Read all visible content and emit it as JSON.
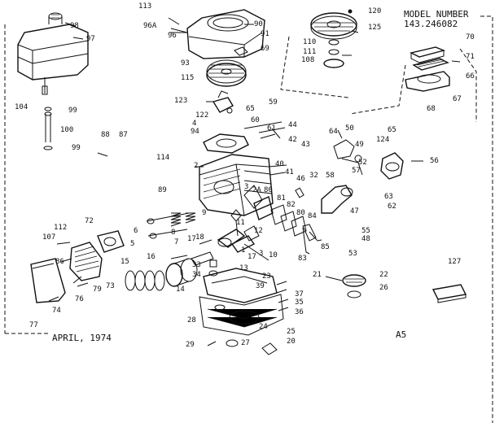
{
  "header": {
    "model_label": "MODEL NUMBER",
    "model_number": "143.246082"
  },
  "footer": {
    "date": "APRIL, 1974",
    "page_code": "A5"
  },
  "callouts": [
    "98",
    "97",
    "104",
    "99",
    "100",
    "99",
    "113",
    "96A",
    "96",
    "91",
    "90",
    "69",
    "120",
    "125",
    "110",
    "111",
    "108",
    "70",
    "71",
    "66",
    "68",
    "67",
    "93",
    "115",
    "123",
    "122",
    "4",
    "94",
    "65",
    "59",
    "60",
    "61",
    "44",
    "42",
    "43",
    "88",
    "87",
    "114",
    "89",
    "64",
    "50",
    "65",
    "49",
    "124",
    "56",
    "2",
    "57",
    "52",
    "58",
    "32",
    "46",
    "40",
    "41",
    "3",
    "2A",
    "80",
    "81",
    "82",
    "80",
    "84",
    "47",
    "63",
    "62",
    "55",
    "48",
    "85",
    "83",
    "53",
    "6",
    "5",
    "8",
    "7",
    "18",
    "17",
    "9",
    "10",
    "11",
    "12",
    "17",
    "13",
    "1",
    "3",
    "72",
    "112",
    "107",
    "86",
    "16",
    "15",
    "73",
    "76",
    "79",
    "74",
    "77",
    "33",
    "34",
    "14",
    "23",
    "39",
    "37",
    "36",
    "35",
    "28",
    "24",
    "25",
    "20",
    "29",
    "27",
    "21",
    "22",
    "26",
    "127"
  ]
}
